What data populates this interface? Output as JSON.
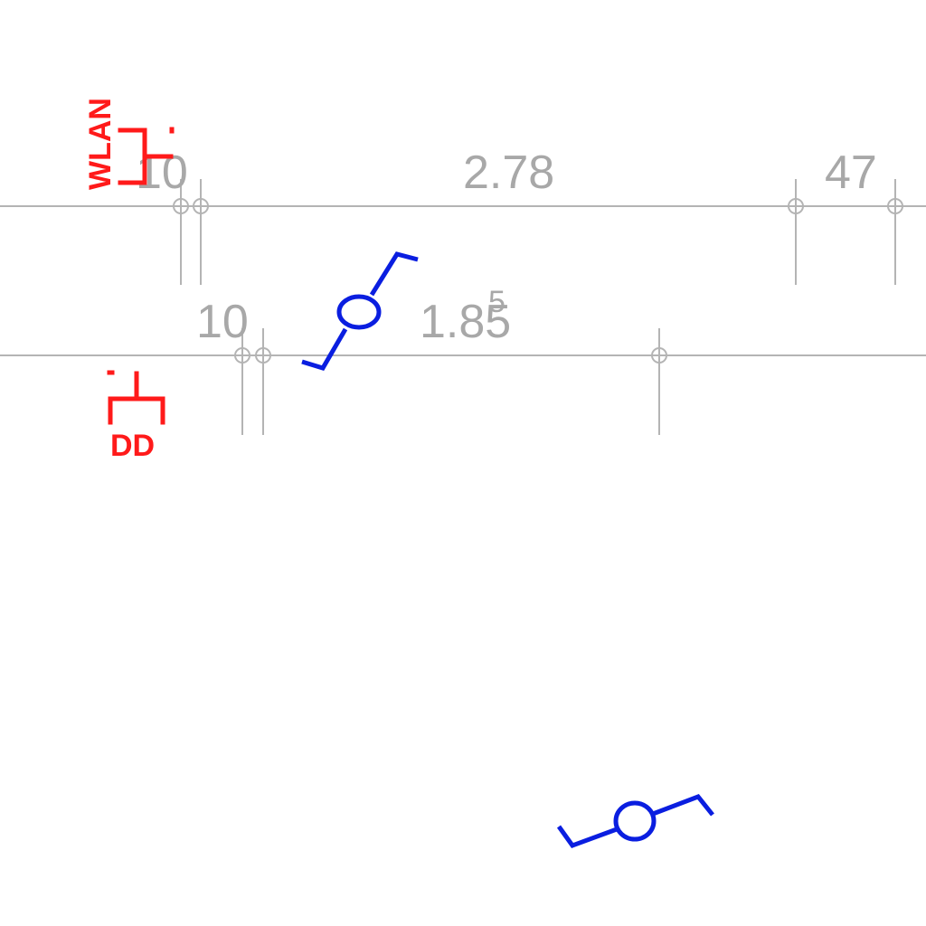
{
  "dimensions": {
    "top": {
      "label_1": "10",
      "label_2": "2.78",
      "label_3": "47"
    },
    "mid": {
      "label_1": "10",
      "label_2": "1.85",
      "label_2_sup": "5"
    }
  },
  "symbols": {
    "wlan_label": "WLAN",
    "dd_label": "DD"
  },
  "colors": {
    "dimension": "#b4b4b4",
    "electrical": "#ff1a1a",
    "fixture": "#0a1ee0"
  }
}
